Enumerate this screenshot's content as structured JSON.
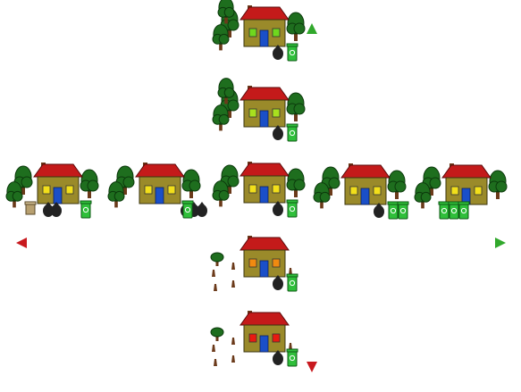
{
  "colors": {
    "background": "#ffffff",
    "axis_left": "#c8191e",
    "axis_center": "#6b4a1e",
    "axis_right": "#31a82c",
    "house_wall": "#9a8a2a",
    "house_roof": "#c41a1a",
    "house_door": "#1a4fc8",
    "tree_leaf": "#1e6e1e",
    "tree_trunk": "#6b3a1a",
    "recycle_bin": "#2fbf3a",
    "trash_bag": "#222222"
  },
  "axes": {
    "horizontal": {
      "direction": "bidirectional",
      "left_color": "#c8191e",
      "right_color": "#31a82c"
    },
    "vertical": {
      "direction": "bidirectional",
      "top_color": "#31a82c",
      "bottom_color": "#c8191e"
    }
  },
  "houses": [
    {
      "id": "row-1",
      "window_color": "#f2df1a",
      "trees": "full",
      "trash_bags": 2,
      "recycle_bins": 1,
      "has_can": true
    },
    {
      "id": "row-2",
      "window_color": "#f2df1a",
      "trees": "full",
      "trash_bags": 3,
      "recycle_bins": 1,
      "has_can": false
    },
    {
      "id": "center",
      "window_color": "#f2df1a",
      "trees": "full",
      "trash_bags": 1,
      "recycle_bins": 1,
      "has_can": false
    },
    {
      "id": "row-4",
      "window_color": "#f2df1a",
      "trees": "full",
      "trash_bags": 1,
      "recycle_bins": 2,
      "has_can": false
    },
    {
      "id": "row-5",
      "window_color": "#f2df1a",
      "trees": "full",
      "trash_bags": 0,
      "recycle_bins": 3,
      "has_can": false
    },
    {
      "id": "col-top",
      "window_color": "#6fd81e",
      "trees": "full",
      "trash_bags": 1,
      "recycle_bins": 1,
      "has_can": false
    },
    {
      "id": "col-upper",
      "window_color": "#a8e01e",
      "trees": "full",
      "trash_bags": 1,
      "recycle_bins": 1,
      "has_can": false
    },
    {
      "id": "col-lower",
      "window_color": "#f08a10",
      "trees": "stumps",
      "trash_bags": 1,
      "recycle_bins": 1,
      "has_can": false
    },
    {
      "id": "col-bottom",
      "window_color": "#e81a10",
      "trees": "stumps",
      "trash_bags": 1,
      "recycle_bins": 1,
      "has_can": false
    }
  ]
}
